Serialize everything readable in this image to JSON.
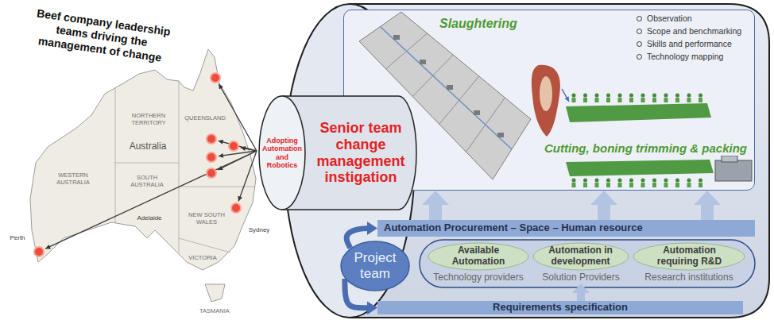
{
  "diagram": {
    "title": "Beef company leadership teams driving the management of change",
    "nodes": [
      {
        "text": [
          "Adopting Automation and Robotics",
          "Senior team change management instigation"
        ]
      },
      {
        "text": [
          "Slaughtering",
          "Observation",
          "Scope and benchmarking",
          "Skills and performance",
          "Technology mapping",
          "Cutting, boning trimming & packing"
        ]
      },
      {
        "text": [
          "Automation Procurement – Space – Human resource"
        ]
      },
      {
        "text": [
          "Available Automation",
          "Technology providers"
        ]
      },
      {
        "text": [
          "Automation in development",
          "Solution Providers"
        ]
      },
      {
        "text": [
          "Automation requiring R&D",
          "Research institutions"
        ]
      },
      {
        "text": [
          "Project team"
        ]
      },
      {
        "text": [
          "Requirements specification"
        ]
      }
    ],
    "edges": [
      {
        "from": 2,
        "to": 1,
        "arrow": "to"
      },
      {
        "from": 2,
        "to": 1,
        "arrow": "to"
      },
      {
        "from": 2,
        "to": 1,
        "arrow": "to"
      },
      {
        "from": 6,
        "to": 2,
        "arrow": "to"
      },
      {
        "from": 6,
        "to": 7,
        "arrow": "to"
      },
      {
        "from": 7,
        "to": 4,
        "arrow": "to"
      }
    ],
    "labels": [
      "NORTHERN TERRITORY",
      "QUEENSLAND",
      "Australia",
      "WESTERN AUSTRALIA",
      "SOUTH AUSTRALIA",
      "NEW SOUTH WALES",
      "Perth",
      "Adelaide",
      "Sydney",
      "VICTORIA",
      "TASMANIA"
    ]
  }
}
